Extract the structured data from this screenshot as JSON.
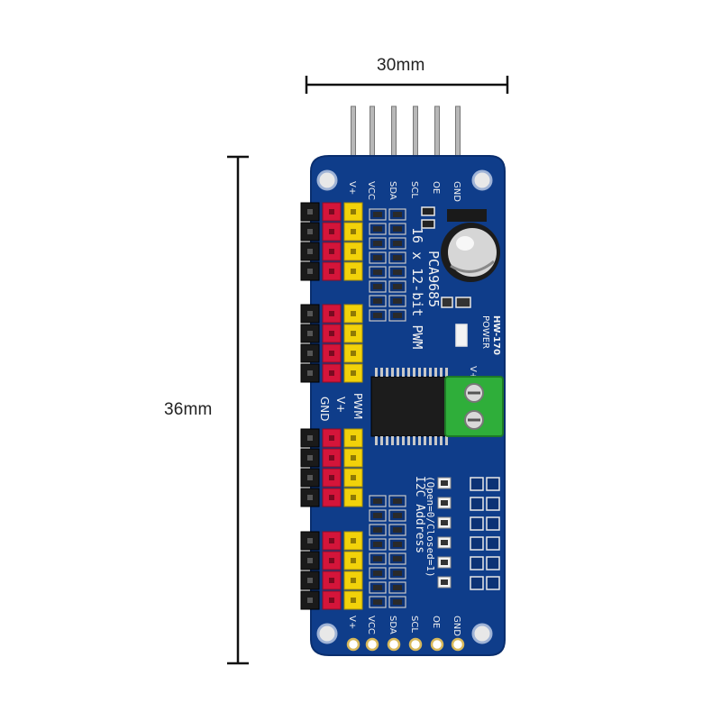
{
  "dimensions": {
    "width_label": "30mm",
    "height_label": "36mm"
  },
  "board": {
    "model": "HW-170",
    "chip_line1": "16 x 12-bit PWM",
    "chip_line2": "PCA9685",
    "power_label": "POWER",
    "vplus_label": "V+",
    "i2c_line1": "I2C Address",
    "i2c_line2": "(Open=0/Closed=1)",
    "side_labels": [
      "GND",
      "V+",
      "PWM"
    ],
    "top_pins": [
      "V+",
      "VCC",
      "SDA",
      "SCL",
      "OE",
      "GND"
    ],
    "bottom_pins": [
      "V+",
      "VCC",
      "SDA",
      "SCL",
      "OE",
      "GND"
    ]
  },
  "colors": {
    "pcb": "#0f3d8a",
    "pcb_edge": "#0a2e6e",
    "header_black": "#1a1a1a",
    "header_red": "#d4153a",
    "header_yellow": "#f2d20a",
    "terminal": "#2fae3a",
    "capacitor": "#cfcfcf",
    "pad_gold": "#d7b85a"
  }
}
